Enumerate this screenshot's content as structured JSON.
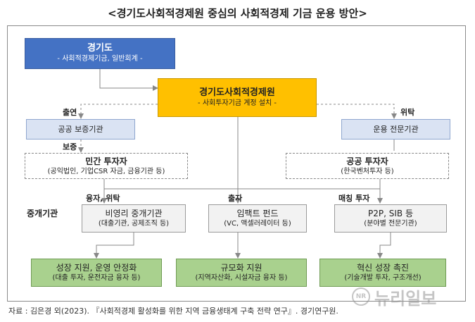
{
  "title": "<경기도사회적경제원 중심의 사회적경제 기금 운용 방안>",
  "gyeonggi": {
    "name": "경기도",
    "detail": "- 사회적경제기금, 일반회계 -"
  },
  "center": {
    "name": "경기도사회적경제원",
    "detail": "- 사회투자기금 계정 설치 -"
  },
  "labels": {
    "contribution": "출연",
    "consignment": "위탁",
    "guarantee": "보증",
    "intermediary": "중개기관",
    "loan_consign": "융자, 위탁",
    "investment": "출자",
    "matching": "매칭 투자"
  },
  "public_guarantee": {
    "name": "공공 보증기관"
  },
  "operating_expert": {
    "name": "운용 전문기관"
  },
  "private_investor": {
    "name": "민간 투자자",
    "detail": "(공익법인, 기업CSR 자금, 금융기관 등)"
  },
  "public_investor": {
    "name": "공공 투자자",
    "detail": "(한국벤처투자 등)"
  },
  "intermediaries": [
    {
      "name": "비영리 중개기관",
      "detail": "(대출기관, 공제조직 등)"
    },
    {
      "name": "임팩트 펀드",
      "detail": "(VC, 액셀러레이터 등)"
    },
    {
      "name": "P2P, SIB 등",
      "detail": "(분야별 전문기관)"
    }
  ],
  "outcomes": [
    {
      "name": "성장 지원, 운영 안정화",
      "detail": "(대출 투자, 운전자금 융자 등)"
    },
    {
      "name": "규모화 지원",
      "detail": "(지역자산화, 시설자금 융자 등)"
    },
    {
      "name": "혁신 성장 촉진",
      "detail": "(기술개발 투자, 구조개선)"
    }
  ],
  "source": "자료 : 김은경 외(2023). 『사회적경제 활성화를 위한 지역 금융생태계 구축 전략 연구』. 경기연구원.",
  "watermark": {
    "mark": "NR",
    "text": "뉴리일보"
  },
  "colors": {
    "blue": "#4472c4",
    "gold": "#ffc000",
    "lightblue": "#dae3f3",
    "green": "#a9d18e",
    "grey": "#f2f2f2"
  }
}
